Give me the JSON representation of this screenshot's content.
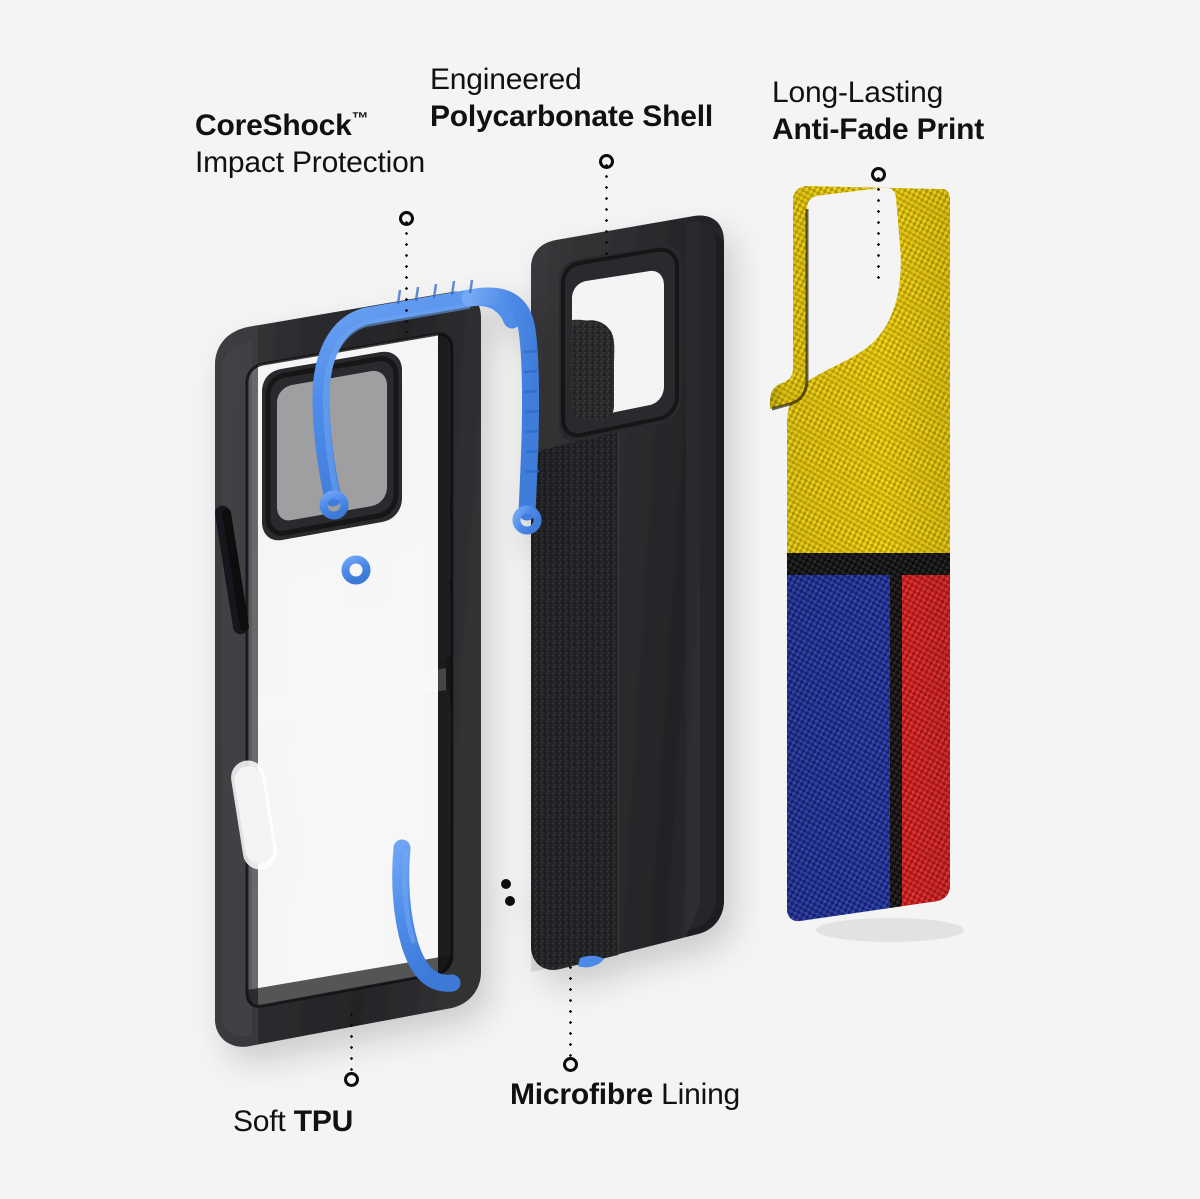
{
  "page": {
    "title": "Phone Case Exploded View",
    "background_color": "#f4f4f5",
    "text_color": "#111111"
  },
  "callouts": [
    {
      "id": "coreshock",
      "name": "callout-coreshock",
      "line1": "CoreShock",
      "trademark": "™",
      "line2": "Impact Protection",
      "line1_weight": "bold",
      "line2_weight": "regular"
    },
    {
      "id": "polycarbonate",
      "name": "callout-polycarbonate-shell",
      "line1": "Engineered",
      "line2": "Polycarbonate Shell",
      "line1_weight": "regular",
      "line2_weight": "bold"
    },
    {
      "id": "antifade",
      "name": "callout-anti-fade-print",
      "line1": "Long-Lasting",
      "line2": "Anti-Fade Print",
      "line1_weight": "regular",
      "line2_weight": "bold"
    },
    {
      "id": "softtpu",
      "name": "callout-soft-tpu",
      "line1_regular": "Soft ",
      "line1_bold": "TPU"
    },
    {
      "id": "microfibre",
      "name": "callout-microfibre-lining",
      "line1_bold": "Microfibre",
      "line1_regular": " Lining"
    }
  ],
  "leaders": [
    {
      "id": "coreshock",
      "marker": "top",
      "marker_shape": "ring"
    },
    {
      "id": "polycarbonate",
      "marker": "top",
      "marker_shape": "ring"
    },
    {
      "id": "antifade",
      "marker": "top",
      "marker_shape": "ring"
    },
    {
      "id": "softtpu",
      "marker": "bottom",
      "marker_shape": "ring"
    },
    {
      "id": "microfibre",
      "marker": "bottom",
      "marker_shape": "ring"
    }
  ],
  "layers": [
    {
      "id": "tpu-bumper",
      "label": "Soft TPU bumper with CoreShock blue impact rails",
      "colors": {
        "body": "#2a2a2c",
        "edge": "#3a3a3d",
        "accent_blue": "#4a8ae8",
        "accent_blue_light": "#6fa6f2"
      }
    },
    {
      "id": "polycarbonate-shell",
      "label": "Engineered polycarbonate shell with microfibre lining",
      "colors": {
        "shell": "#2f2f31",
        "shell_dark": "#212123",
        "microfibre": "#2b2b2d"
      }
    },
    {
      "id": "print-film",
      "label": "Long-lasting anti-fade printed fabric",
      "colors": {
        "yellow": "#f2d002",
        "blue": "#1a2d9c",
        "red": "#e01a1a",
        "black": "#0b0b0b"
      }
    }
  ],
  "print_design": {
    "style": "Mondrian colour blocks on woven fabric",
    "blocks": [
      {
        "color_name": "yellow",
        "hex": "#f2d002"
      },
      {
        "color_name": "black",
        "hex": "#0b0b0b"
      },
      {
        "color_name": "blue",
        "hex": "#1a2d9c"
      },
      {
        "color_name": "red",
        "hex": "#e01a1a"
      }
    ]
  }
}
